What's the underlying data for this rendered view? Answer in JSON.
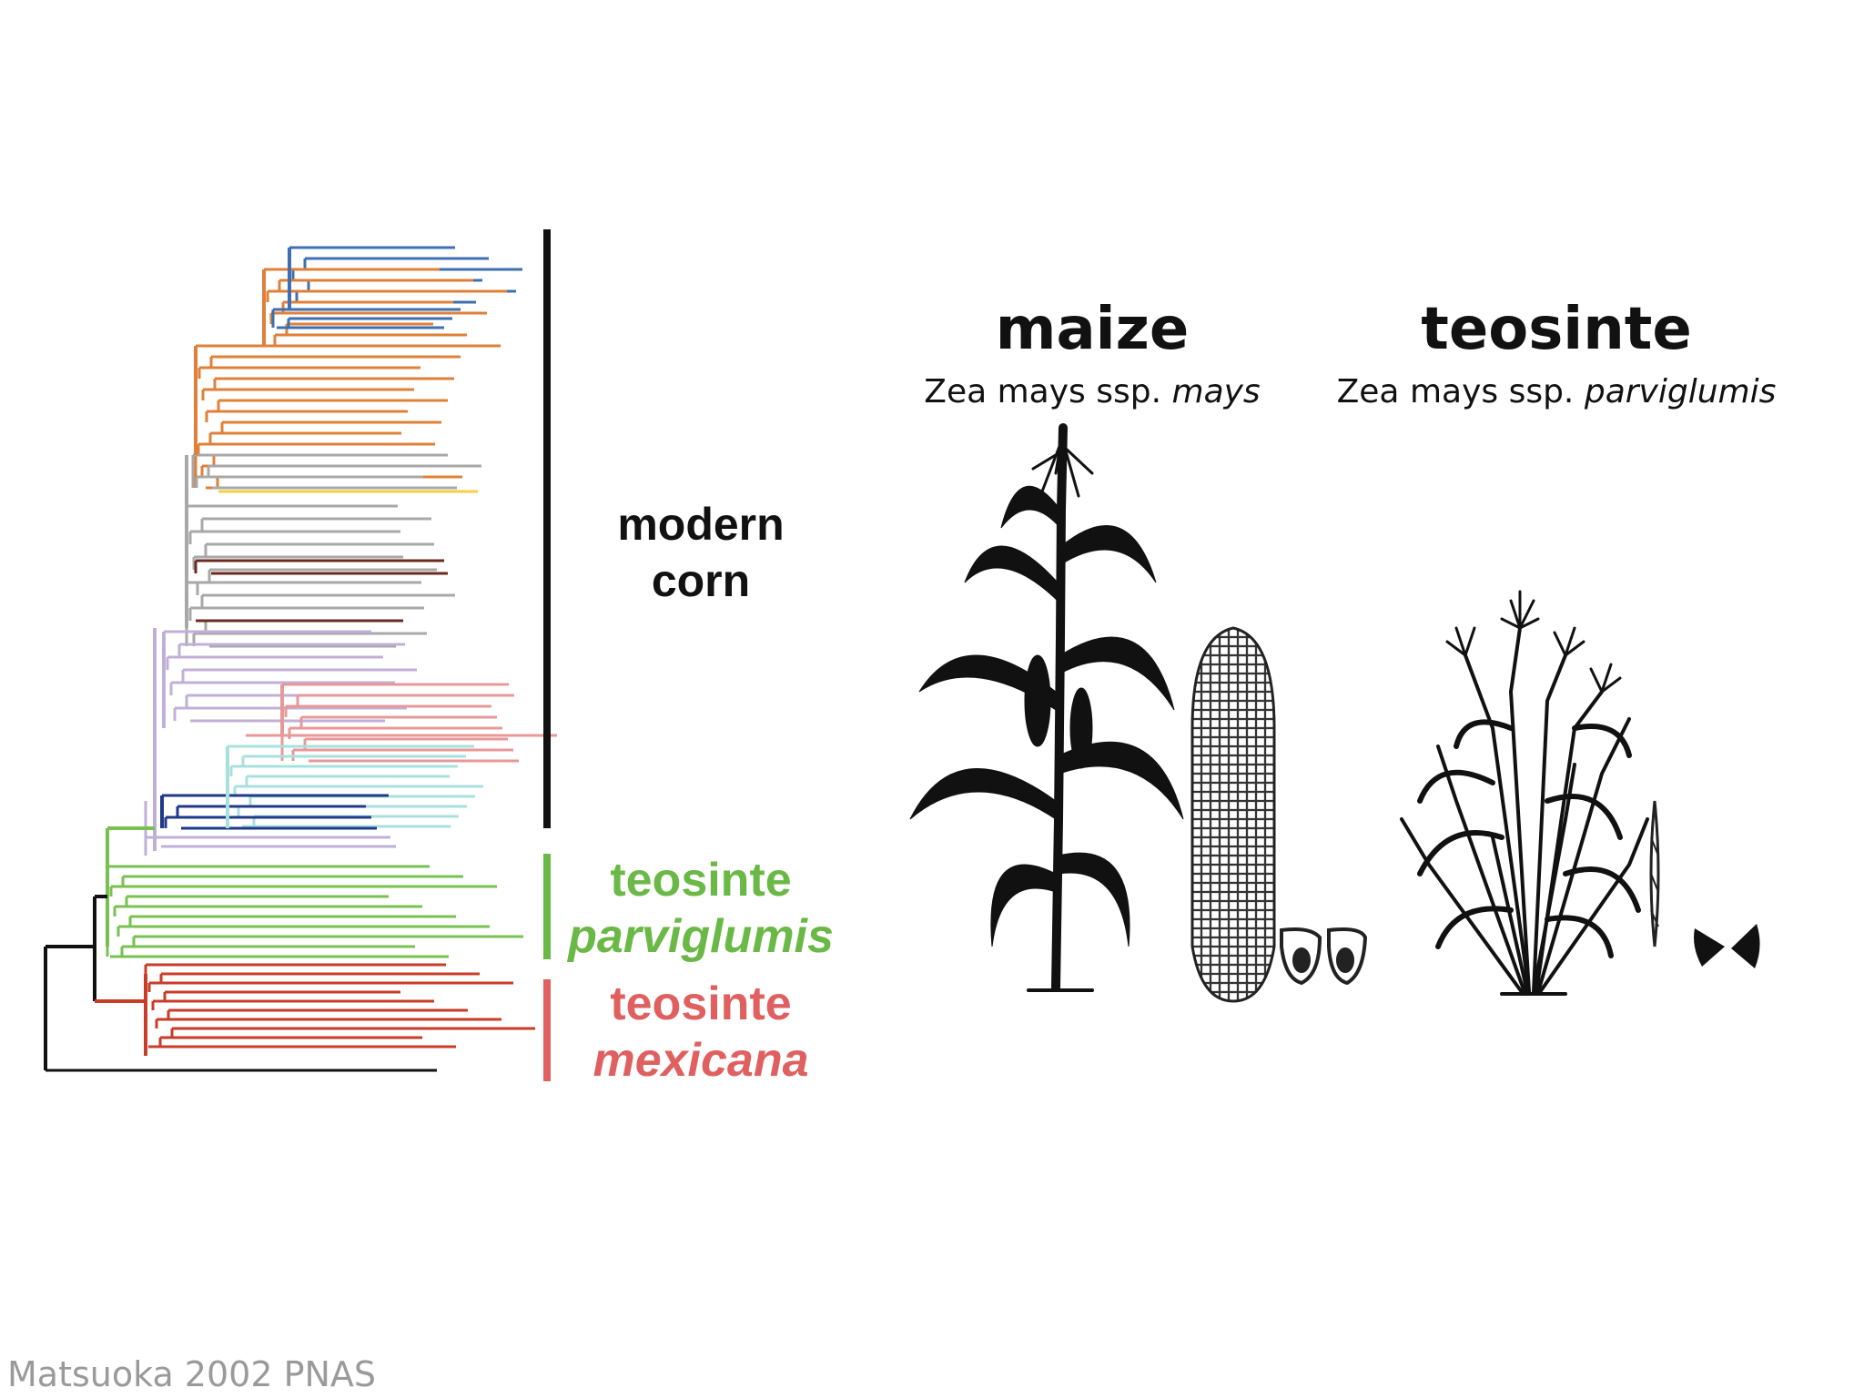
{
  "groups": {
    "modern_corn": {
      "line1": "modern",
      "line2": "corn",
      "color": "#111111"
    },
    "parviglumis": {
      "line1": "teosinte",
      "line2": "parviglumis",
      "color": "#6ab845"
    },
    "mexicana": {
      "line1": "teosinte",
      "line2": "mexicana",
      "color": "#e06060"
    }
  },
  "maize": {
    "title": "maize",
    "sci_prefix": "Zea mays ssp.",
    "sci_subspecies": "mays"
  },
  "teosinte": {
    "title": "teosinte",
    "sci_prefix": "Zea mays ssp.",
    "sci_subspecies": "parviglumis"
  },
  "citation": "Matsuoka 2002 PNAS",
  "palette": {
    "blue": "#3f6fb0",
    "orange": "#e08038",
    "gray": "#a8a8a8",
    "yellow": "#f5d040",
    "brown": "#6a2a20",
    "lavender": "#c0b0d8",
    "pink": "#e89898",
    "teal": "#a8e0dc",
    "navy": "#1f3a8a",
    "green": "#78c050",
    "red": "#c83c28",
    "black": "#111111"
  }
}
